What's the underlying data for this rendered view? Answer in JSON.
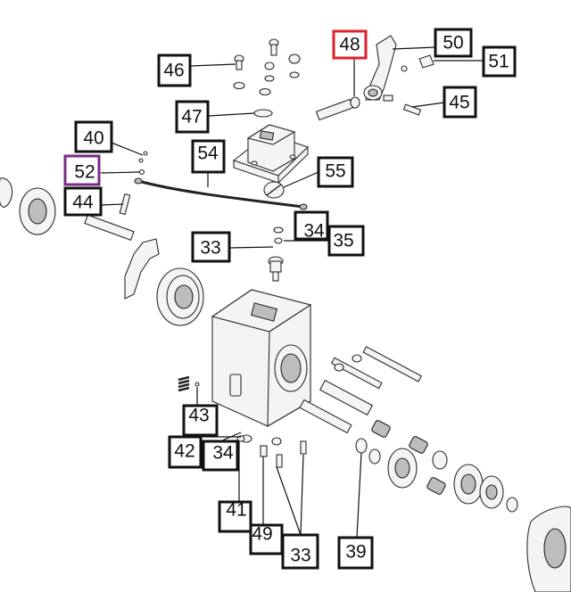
{
  "callouts": [
    {
      "id": "c46",
      "label": "46",
      "style": "black"
    },
    {
      "id": "c47",
      "label": "47",
      "style": "black"
    },
    {
      "id": "c48",
      "label": "48",
      "style": "red"
    },
    {
      "id": "c50",
      "label": "50",
      "style": "black"
    },
    {
      "id": "c51",
      "label": "51",
      "style": "black"
    },
    {
      "id": "c45",
      "label": "45",
      "style": "black"
    },
    {
      "id": "c40",
      "label": "40",
      "style": "black"
    },
    {
      "id": "c52",
      "label": "52",
      "style": "purple"
    },
    {
      "id": "c44",
      "label": "44",
      "style": "black"
    },
    {
      "id": "c54",
      "label": "54",
      "style": "black"
    },
    {
      "id": "c55",
      "label": "55",
      "style": "black"
    },
    {
      "id": "c34a",
      "label": "34",
      "style": "black"
    },
    {
      "id": "c35",
      "label": "35",
      "style": "black"
    },
    {
      "id": "c33a",
      "label": "33",
      "style": "black"
    },
    {
      "id": "c43",
      "label": "43",
      "style": "black"
    },
    {
      "id": "c42",
      "label": "42",
      "style": "black"
    },
    {
      "id": "c34b",
      "label": "34",
      "style": "black"
    },
    {
      "id": "c41",
      "label": "41",
      "style": "black"
    },
    {
      "id": "c49",
      "label": "49",
      "style": "black"
    },
    {
      "id": "c33b",
      "label": "33",
      "style": "black"
    },
    {
      "id": "c39",
      "label": "39",
      "style": "black"
    }
  ],
  "colors": {
    "red": "#e0202a",
    "purple": "#7a2a8a",
    "black": "#111111"
  }
}
